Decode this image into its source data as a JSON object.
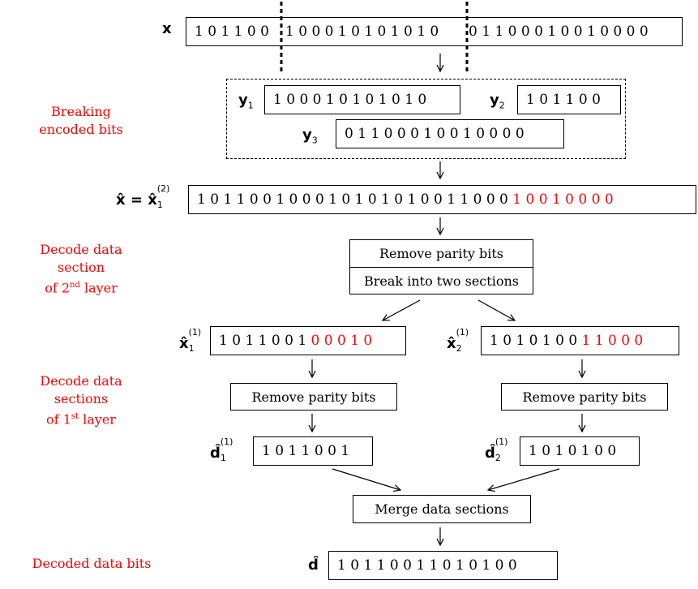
{
  "side_labels": {
    "breaking": [
      "Breaking",
      "encoded bits"
    ],
    "decode_second": [
      "Decode data",
      "section",
      "of 2",
      "nd",
      " layer"
    ],
    "decode_first": [
      "Decode data",
      "sections",
      "of 1",
      "st",
      " layer"
    ],
    "decoded": "Decoded data bits"
  },
  "x": {
    "symbol": "x",
    "seg1": "1 0 1 1 0 0",
    "seg2": "1 0 0 0 1 0 1 0 1 0 1 0",
    "seg3": "0 1 1 0 0 0 1 0 0 1 0 0 0 0"
  },
  "y": {
    "y1_sym": "y",
    "y1_sub": "1",
    "y1_bits": "1 0 0 0 1 0 1 0 1 0 1 0",
    "y2_sym": "y",
    "y2_sub": "2",
    "y2_bits": "1 0 1 1 0 0",
    "y3_sym": "y",
    "y3_sub": "3",
    "y3_bits": "0 1 1 0 0 0 1 0 0 1 0 0 0 0"
  },
  "xhat": {
    "lhs": "x̂ = x̂",
    "sub": "1",
    "sup": "(2)",
    "black": "1 0 1 1 0 0 1 0 0 0 1 0 1 0 1 0 1 0 0 1 1 0 0 0 ",
    "red": "1 0 0 1 0 0 0 0"
  },
  "step_box": {
    "remove_parity": "Remove parity bits",
    "break_two": "Break into two sections"
  },
  "xhat1": {
    "sym": "x̂",
    "sub": "1",
    "sup": "(1)",
    "black": "1 0 1 1 0 0 1 ",
    "red": "0 0 0 1 0"
  },
  "xhat2": {
    "sym": "x̂",
    "sub": "2",
    "sup": "(1)",
    "black": "1 0 1 0 1 0 0 ",
    "red": "1 1 0 0 0"
  },
  "remove_left": "Remove parity bits",
  "remove_right": "Remove parity bits",
  "dhat1": {
    "sym": "d̂",
    "sub": "1",
    "sup": "(1)",
    "bits": "1 0 1 1 0 0 1"
  },
  "dhat2": {
    "sym": "d̂",
    "sub": "2",
    "sup": "(1)",
    "bits": "1 0 1 0 1 0 0"
  },
  "merge": "Merge data sections",
  "dhat": {
    "sym": "d̂",
    "bits": "1 0 1 1 0 0 1 1 0 1 0 1 0 0"
  },
  "colors": {
    "highlight": "#ff0000",
    "text": "#000000"
  }
}
